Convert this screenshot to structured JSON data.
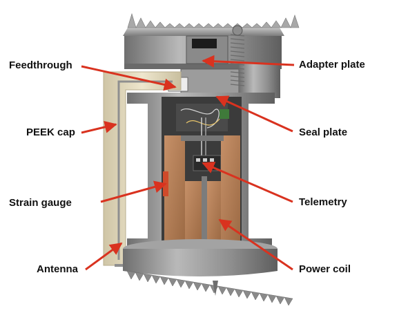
{
  "labels": {
    "feedthrough": "Feedthrough",
    "peek_cap": "PEEK cap",
    "strain_gauge": "Strain gauge",
    "antenna": "Antenna",
    "adapter_plate": "Adapter plate",
    "seal_plate": "Seal plate",
    "telemetry": "Telemetry",
    "power_coil": "Power coil"
  },
  "colors": {
    "arrow": "#d9321f",
    "metal": "#9a9a9a",
    "peek": "#e6dcc0",
    "coil": "#b7825a",
    "strain_gauge": "#d04a2a",
    "cavity": "#3b3b3b"
  }
}
